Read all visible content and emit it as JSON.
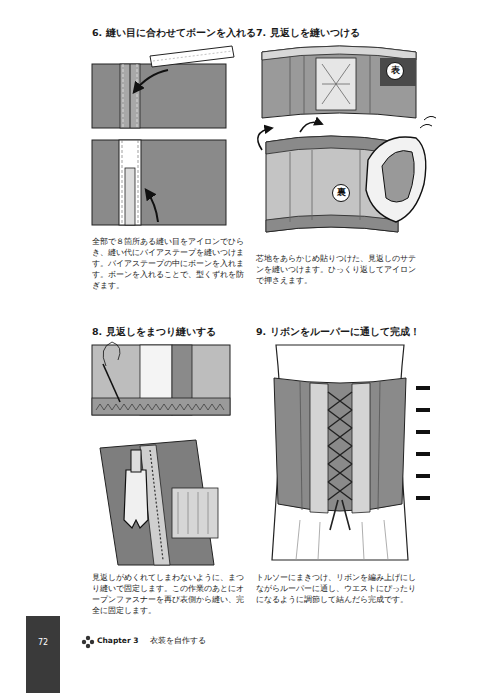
{
  "diagram": {
    "nodes": [
      {
        "text": [
          "表"
        ]
      },
      {
        "text": [
          "裏"
        ]
      },
      {
        "text": [
          "72"
        ]
      }
    ],
    "labels": [
      "6. 縫い目に合わせてボーンを入れる",
      "全部で８箇所ある縫い目をアイロンでひらき、縫い代にバイアステープを縫いつけます。バイアステープの中にボーンを入れます。ボーンを入れることで、型くずれを防ぎます。",
      "7. 見返しを縫いつける",
      "芯地をあらかじめ貼りつけた、見返しのサテンを縫いつけます。ひっくり返してアイロンで押さえます。",
      "8. 見返しをまつり縫いする",
      "見返しがめくれてしまわないように、まつり縫いで固定します。この作業のあとにオープンファスナーを再び表側から縫い、完全に固定します。",
      "9. リボンをルーパーに通して完成！",
      "トルソーにまきつけ、リボンを編み上げにしながらルーパーに通し、ウエストにぴったりになるように調節して結んだら完成です。",
      "Chapter 3",
      "衣装を自作する"
    ]
  }
}
